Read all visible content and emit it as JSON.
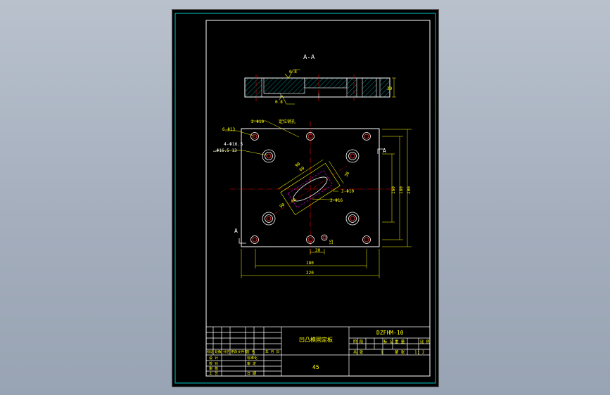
{
  "colors": {
    "background": "#000000",
    "frame": "#00c8c8",
    "border": "#ffffff",
    "dimension": "#ffff00",
    "centerline": "#ff0000",
    "hidden": "#ff00ff",
    "hatch": "#00c8c8",
    "hole": "#ff3030"
  },
  "drawing": {
    "section_title": "A-A",
    "section_marker": "A",
    "roughness_1": "0.8",
    "roughness_2": "0.8",
    "section_dim_height": "30",
    "annotations": {
      "a1": "2-Φ10",
      "a1b": "定位销孔",
      "a2": "6-Φ13",
      "a3": "4-Φ16.5",
      "a4": "⌴Φ16.5  13",
      "a5": "2-Φ10",
      "a6": "2-Φ16",
      "d90a": "90",
      "d60": "60",
      "d90b": "90",
      "d40": "40",
      "d36": "36",
      "d20": "20",
      "d15": "15",
      "dim_160": "160",
      "dim_180": "180",
      "dim_200": "200",
      "dim_180h": "180",
      "dim_220": "220"
    }
  },
  "title_block": {
    "part_name": "凹凸模固定板",
    "drawing_no": "DZFHM-10",
    "material": "45",
    "scale": "1: 2",
    "quantity": "1",
    "header_stage": "阶 段",
    "header_mark": "标 记",
    "header_weight": "重 量",
    "header_ratio": "比 例",
    "sheet_total": "共 张",
    "sheet_no": "第 张",
    "rev_labels": [
      "标记",
      "处数",
      "分区",
      "更改文件号",
      "签 名",
      "年 月 日"
    ],
    "roles": [
      "设 计",
      "校 对",
      "审 核",
      "工 艺"
    ],
    "role_extras": [
      "标准化",
      "审 定",
      "日 期"
    ]
  }
}
